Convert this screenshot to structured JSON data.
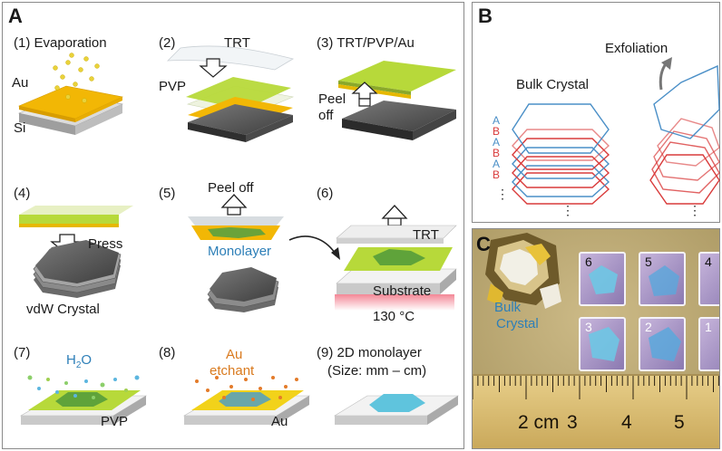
{
  "panelA": {
    "label": "A",
    "steps": [
      {
        "num": "(1)",
        "title": "Evaporation",
        "labels": [
          "Au",
          "Si"
        ]
      },
      {
        "num": "(2)",
        "labels": [
          "TRT",
          "PVP"
        ]
      },
      {
        "num": "(3)",
        "title": "TRT/PVP/Au",
        "labels": [
          "Peel",
          "off"
        ]
      },
      {
        "num": "(4)",
        "labels": [
          "Press",
          "vdW Crystal"
        ]
      },
      {
        "num": "(5)",
        "title": "Peel off",
        "labels": [
          "Monolayer"
        ]
      },
      {
        "num": "(6)",
        "labels": [
          "TRT",
          "Substrate",
          "130 °C"
        ]
      },
      {
        "num": "(7)",
        "labels": [
          "H",
          "2",
          "O",
          "PVP"
        ]
      },
      {
        "num": "(8)",
        "labels": [
          "Au",
          "etchant",
          "Au"
        ]
      },
      {
        "num": "(9)",
        "title": "2D monolayer",
        "subtitle": "(Size: mm – cm)"
      }
    ]
  },
  "panelB": {
    "label": "B",
    "title": "Bulk Crystal",
    "exfoliation": "Exfoliation",
    "stack_letters": [
      "A",
      "B",
      "A",
      "B",
      "A",
      "B"
    ],
    "dots": "⋮"
  },
  "panelC": {
    "label": "C",
    "bulk_label": [
      "Bulk",
      "Crystal"
    ],
    "sample_numbers": [
      "6",
      "5",
      "4",
      "3",
      "2",
      "1"
    ],
    "ruler": [
      "2 cm",
      "3",
      "4",
      "5"
    ]
  },
  "colors": {
    "gold": "#f2b705",
    "green": "#b7d93a",
    "blue_text": "#2d7fb8",
    "orange_text": "#d97a1e",
    "red_layer": "#d93b3b",
    "blue_layer": "#4a8fc7",
    "monolayer": "#5fc4dd"
  }
}
